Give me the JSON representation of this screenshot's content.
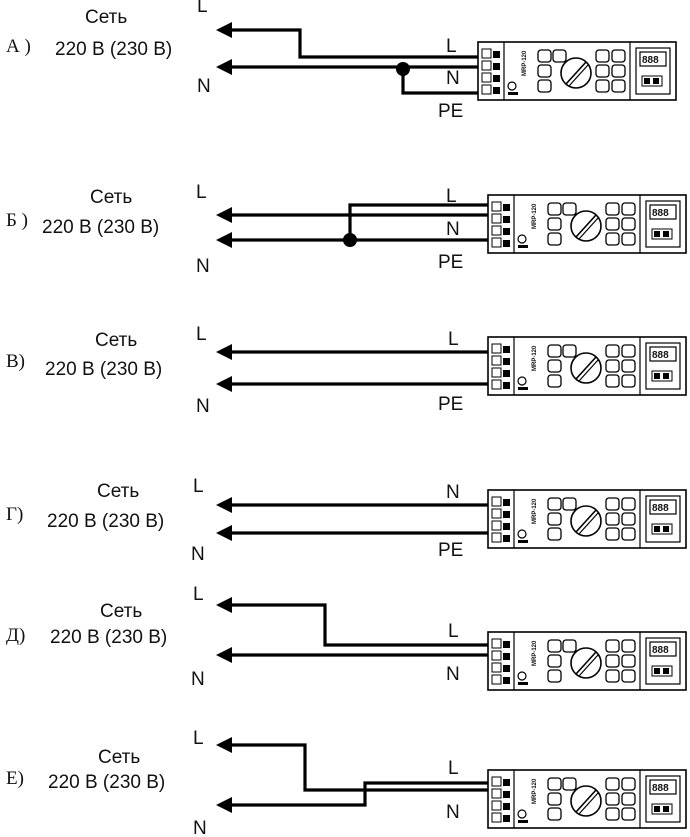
{
  "network_label": "Сеть",
  "voltage_label": "220 В (230 В)",
  "device_model": "MRP-120",
  "device_digits": "888",
  "rows": [
    {
      "letter": "А )",
      "left_top": "L",
      "left_bottom": "N",
      "term": [
        "L",
        "N",
        "PE"
      ]
    },
    {
      "letter": "Б )",
      "left_top": "L",
      "left_bottom": "N",
      "term": [
        "L",
        "N",
        "PE"
      ]
    },
    {
      "letter": "В)",
      "left_top": "L",
      "left_bottom": "N",
      "term": [
        "L",
        "PE"
      ]
    },
    {
      "letter": "Г)",
      "left_top": "L",
      "left_bottom": "N",
      "term": [
        "N",
        "PE"
      ]
    },
    {
      "letter": "Д)",
      "left_top": "L",
      "left_bottom": "N",
      "term": [
        "L",
        "N"
      ]
    },
    {
      "letter": "Е)",
      "left_top": "L",
      "left_bottom": "N",
      "term": [
        "L",
        "N"
      ]
    }
  ]
}
